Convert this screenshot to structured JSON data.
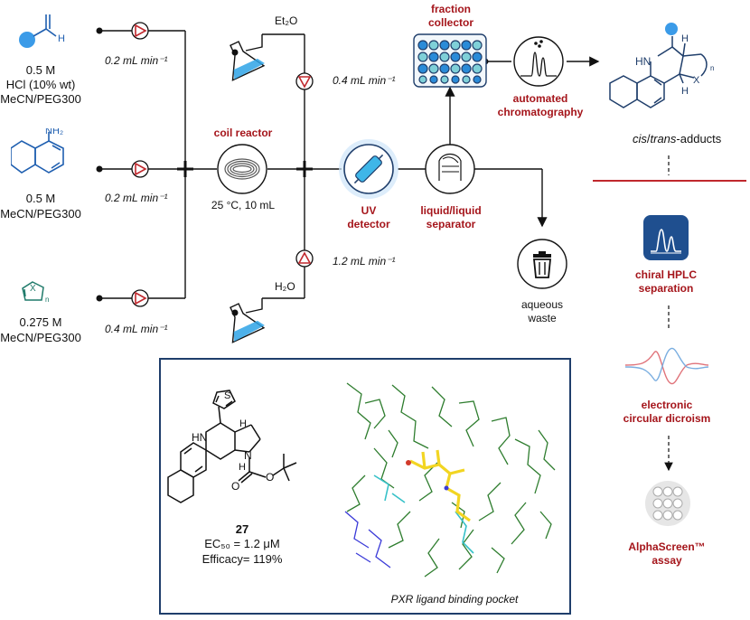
{
  "reagents": {
    "aldehyde": {
      "conc": "0.5 M",
      "additive": "HCl (10% wt)",
      "solvent": "MeCN/PEG300",
      "flow": "0.2 mL min⁻¹",
      "atom": "H"
    },
    "amine": {
      "conc": "0.5 M",
      "solvent": "MeCN/PEG300",
      "flow": "0.2 mL min⁻¹",
      "group": "NH₂"
    },
    "alkene": {
      "conc": "0.275 M",
      "solvent": "MeCN/PEG300",
      "flow": "0.4 mL min⁻¹",
      "ring_atom": "X",
      "index": "n"
    }
  },
  "reactor": {
    "label": "coil reactor",
    "conditions": "25 °C, 10 mL"
  },
  "quench": {
    "ether": {
      "label": "Et₂O",
      "flow": "0.4 mL min⁻¹"
    },
    "water": {
      "label": "H₂O",
      "flow": "1.2 mL min⁻¹"
    }
  },
  "detector": {
    "label_line1": "UV",
    "label_line2": "detector"
  },
  "separator": {
    "label_line1": "liquid/liquid",
    "label_line2": "separator"
  },
  "waste": {
    "label_line1": "aqueous",
    "label_line2": "waste"
  },
  "collector": {
    "label_line1": "fraction",
    "label_line2": "collector"
  },
  "chromatography": {
    "label_line1": "automated",
    "label_line2": "chromatography"
  },
  "product": {
    "label_cis": "cis",
    "label_sep": "/",
    "label_trans": "trans",
    "label_suffix": "-adducts",
    "nh": "HN",
    "h_top": "H",
    "h_bottom": "H",
    "x": "X",
    "n": "n"
  },
  "workflow": {
    "hplc": {
      "line1": "chiral HPLC",
      "line2": "separation"
    },
    "ecd": {
      "line1": "electronic",
      "line2": "circular dicroism"
    },
    "assay": {
      "line1": "AlphaScreen™",
      "line2": "assay"
    }
  },
  "compound": {
    "id": "27",
    "ec50": "EC₅₀ = 1.2 μM",
    "efficacy": "Efficacy= 119%",
    "atom_s": "S",
    "atom_hn": "HN",
    "atom_n": "N",
    "atom_o1": "O",
    "atom_o2": "O",
    "atom_h1": "H",
    "atom_h2": "H"
  },
  "pocket": {
    "caption": "PXR ligand binding pocket"
  },
  "colors": {
    "accent_red": "#a5151b",
    "accent_blue": "#1f5fb0",
    "light_blue": "#3b9be8",
    "frame": "#1f3e6b",
    "protein_green": "#2e7d2e",
    "ligand_yellow": "#f2d522",
    "residue_cyan": "#36c1c8"
  }
}
